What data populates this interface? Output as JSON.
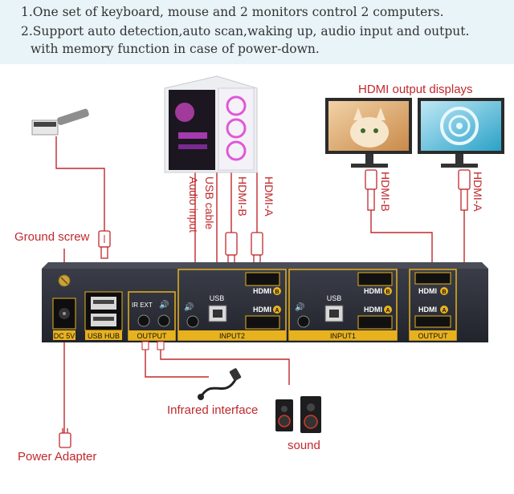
{
  "features": [
    "1.One set of keyboard, mouse and 2 monitors control  2 computers.",
    "2.Support auto detection,auto scan,waking up, audio input and output.",
    "with memory function in case of power-down."
  ],
  "callouts": {
    "hdmi_output_displays": "HDMI output displays",
    "ground_screw": "Ground screw",
    "infrared_interface": "Infrared interface",
    "sound": "sound",
    "power_adapter": "Power Adapter"
  },
  "pc_cables": {
    "audio_input": "Audio input",
    "usb_cable": "USB cable",
    "hdmi_b": "HDMI-B",
    "hdmi_a": "HDMI-A"
  },
  "monitor_cables": {
    "left": "HDMI-B",
    "right": "HDMI-A"
  },
  "panel": {
    "dc": "DC 5V",
    "usb_hub": "USB HUB",
    "ir_ext": "IR EXT",
    "output_audio": "OUTPUT",
    "usb": "USB",
    "hdmi": "HDMI",
    "badge_b": "B",
    "badge_a": "A",
    "input2": "INPUT2",
    "input1": "INPUT1",
    "output_hdmi": "OUTPUT"
  },
  "colors": {
    "accent_red": "#c0282c",
    "panel_gold": "#e8b21e",
    "box_dark": "#2a2c36"
  }
}
